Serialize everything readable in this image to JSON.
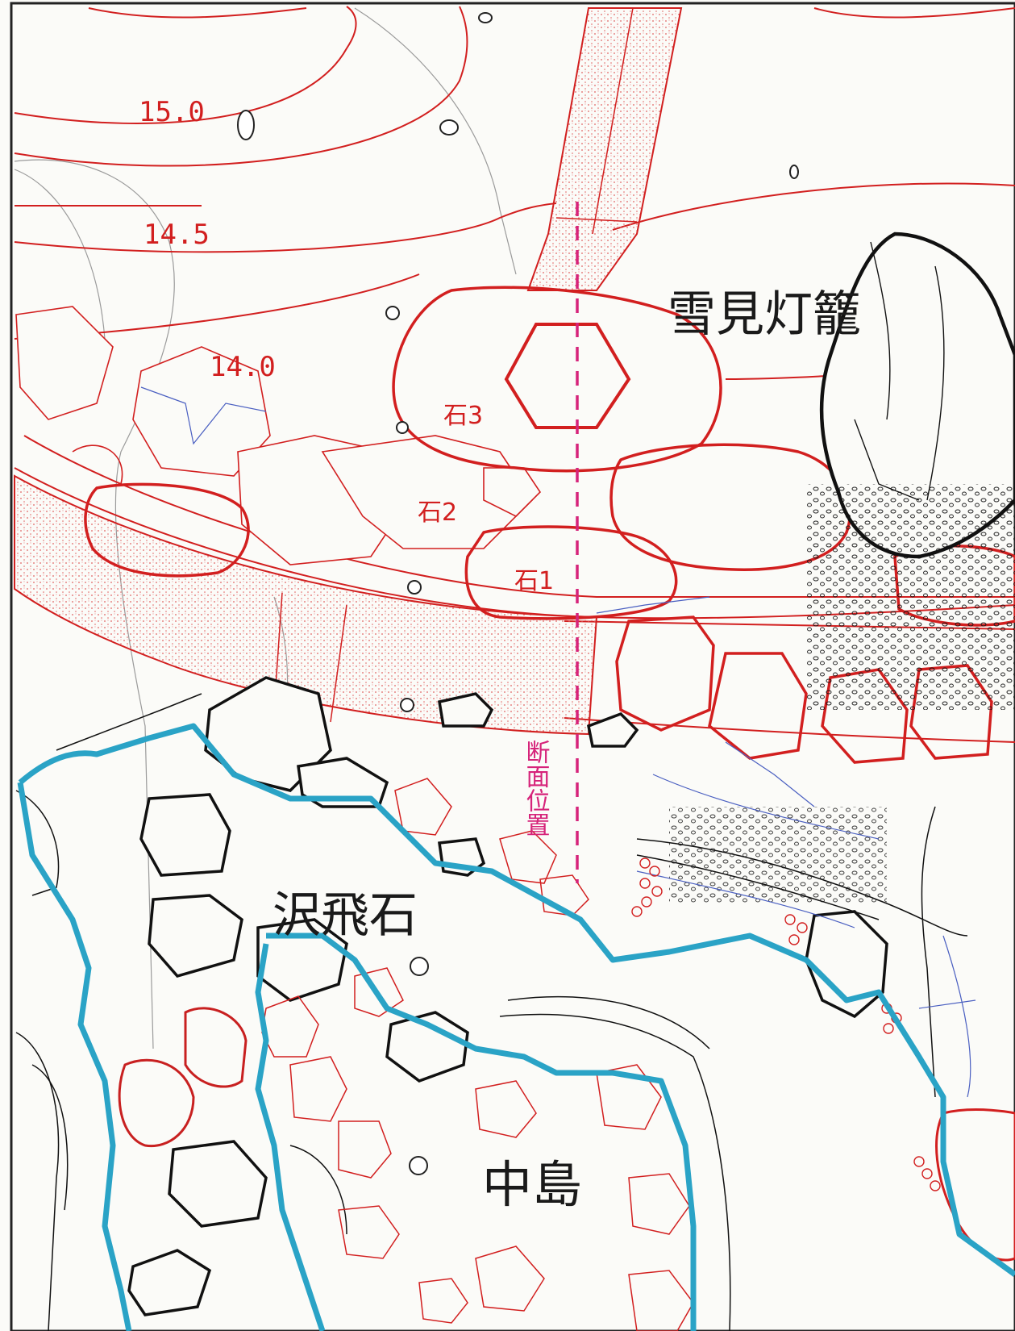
{
  "contours": [
    {
      "label": "15.0"
    },
    {
      "label": "14.5"
    },
    {
      "label": "14.0"
    }
  ],
  "labels": {
    "lantern": "雪見灯籠",
    "stepping_stones": "沢飛石",
    "island": "中島",
    "section": "断面位置"
  },
  "stones": [
    {
      "label": "石3"
    },
    {
      "label": "石2"
    },
    {
      "label": "石1"
    }
  ],
  "colors": {
    "contour": "#d21f1f",
    "shoreline": "#2aa3c6",
    "section_line": "#d6237a",
    "outline": "#111111",
    "water_lines": "#4a5fc1"
  }
}
